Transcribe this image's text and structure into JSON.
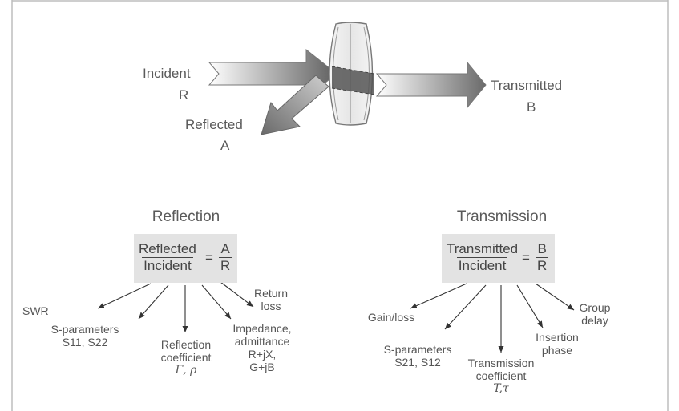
{
  "top": {
    "incident_label": "Incident",
    "incident_port": "R",
    "reflected_label": "Reflected",
    "reflected_port": "A",
    "transmitted_label": "Transmitted",
    "transmitted_port": "B"
  },
  "reflection": {
    "title": "Reflection",
    "ratio_numerator": "Reflected",
    "ratio_denominator": "Incident",
    "equals": "=",
    "result_numerator": "A",
    "result_denominator": "R",
    "items": [
      {
        "line1": "SWR"
      },
      {
        "line1": "S-parameters",
        "line2": "S11, S22"
      },
      {
        "line1": "Reflection",
        "line2": "coefficient",
        "line3": "Γ, ρ"
      },
      {
        "line1": "Impedance,",
        "line2": "admittance",
        "line3": "R+jX,",
        "line4": "G+jB"
      },
      {
        "line1": "Return",
        "line2": "loss"
      }
    ]
  },
  "transmission": {
    "title": "Transmission",
    "ratio_numerator": "Transmitted",
    "ratio_denominator": "Incident",
    "equals": "=",
    "result_numerator": "B",
    "result_denominator": "R",
    "items": [
      {
        "line1": "Gain/loss"
      },
      {
        "line1": "S-parameters",
        "line2": "S21, S12"
      },
      {
        "line1": "Transmission",
        "line2": "coefficient",
        "line3": "T,τ"
      },
      {
        "line1": "Insertion",
        "line2": "phase"
      },
      {
        "line1": "Group",
        "line2": "delay"
      }
    ]
  },
  "colors": {
    "frame": "#bdbdbd",
    "box": "#e3e3e3",
    "arrow_dark": "#6e6e6e",
    "arrow_light": "#ffffff",
    "text": "#5a5a5a"
  }
}
